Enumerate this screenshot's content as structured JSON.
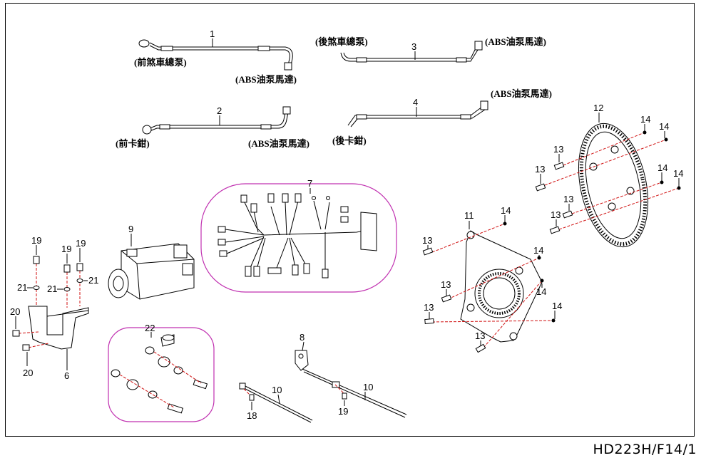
{
  "drawing_code": "HD223H/F14/1",
  "labels": {
    "front_brake_master": "(前煞車總泵)",
    "abs_motor_1": "(ABS油泵馬達)",
    "rear_brake_master": "(後煞車總泵)",
    "abs_motor_3": "(ABS油泵馬達)",
    "front_caliper": "(前卡鉗)",
    "abs_motor_2": "(ABS油泵馬達)",
    "abs_motor_4": "(ABS油泵馬達)",
    "rear_caliper": "(後卡鉗)"
  },
  "callouts": {
    "n1": "1",
    "n2": "2",
    "n3": "3",
    "n4": "4",
    "n6": "6",
    "n7": "7",
    "n8": "8",
    "n9": "9",
    "n10a": "10",
    "n10b": "10",
    "n11": "11",
    "n12": "12",
    "n13a": "13",
    "n13b": "13",
    "n13c": "13",
    "n13d": "13",
    "n13e": "13",
    "n13f": "13",
    "n13g": "13",
    "n13h": "13",
    "n14a": "14",
    "n14b": "14",
    "n14c": "14",
    "n14d": "14",
    "n14e": "14",
    "n14f": "14",
    "n14g": "14",
    "n14h": "14",
    "n18": "18",
    "n19a": "19",
    "n19b": "19",
    "n19c": "19",
    "n19d": "19",
    "n20a": "20",
    "n20b": "20",
    "n21a": "21",
    "n21b": "21",
    "n21c": "21",
    "n22": "22"
  }
}
